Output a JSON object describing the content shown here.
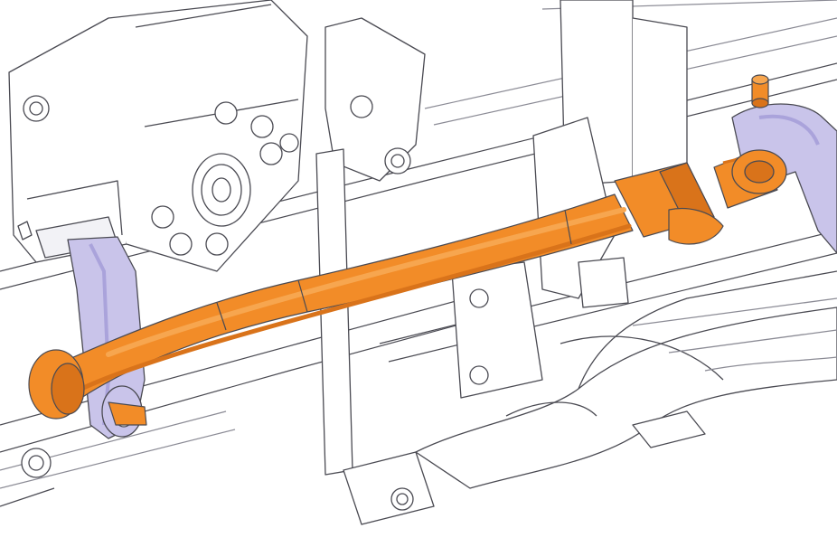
{
  "diagram": {
    "subject": "steering-linkage-cad-illustration",
    "colors": {
      "background": "#ffffff",
      "line": "#4a4a52",
      "line_light": "#8b8b95",
      "highlight_orange": "#f28c28",
      "highlight_orange_shade": "#d9731a",
      "highlight_orange_light": "#f7a64f",
      "lavender_arm": "#c9c4ea",
      "lavender_arm_shade": "#aaa3db"
    },
    "parts": [
      {
        "id": "drag-link",
        "icon": "tie-rod-icon"
      },
      {
        "id": "pitman-arm",
        "icon": "lever-arm-icon"
      },
      {
        "id": "steering-knuckle-arm",
        "icon": "lever-arm-icon"
      },
      {
        "id": "steering-gearbox",
        "icon": "gearbox-icon"
      },
      {
        "id": "frame-rails",
        "icon": "frame-icon"
      },
      {
        "id": "axle-beam",
        "icon": "axle-icon"
      }
    ]
  }
}
